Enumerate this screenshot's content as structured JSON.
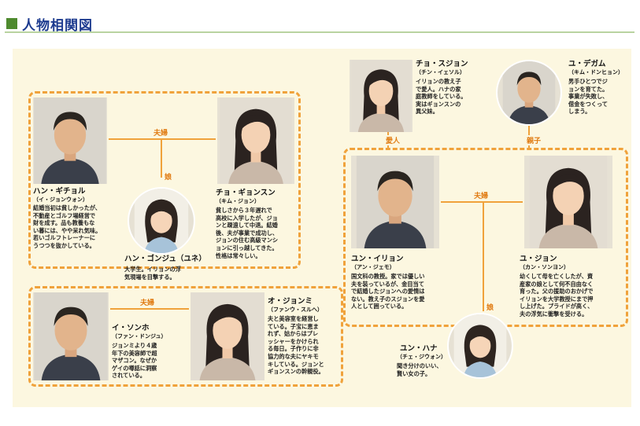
{
  "header": {
    "title": "人物相関図"
  },
  "relations": {
    "hansons_couple": "夫婦",
    "hansons_child": "娘",
    "lee_couple": "夫婦",
    "yun_couple": "夫婦",
    "yun_child": "娘",
    "lover": "愛人",
    "parent_child": "親子"
  },
  "characters": {
    "han_gichol": {
      "name": "ハン・ギチョル",
      "cast": "（イ・ジョンウォン）",
      "desc": "結婚当初は貧しかったが、\n不動産とゴルフ場経営で\n財を成す。品も教養もな\nい暮には、やや呆れ気味。\n若いゴルフトレーナーに\nうつつを抜かしている。"
    },
    "cho_gyonsun": {
      "name": "チョ・ギョンスン",
      "cast": "（キム・ジョン）",
      "desc": "貧しさから３年遅れで\n高校に入学したが、ジョ\nンと疎遠して中退。結婚\n後、夫が事業で成功し、\nジョンの住む高級マンシ\nョンに引っ越してきた。\n性格は常々しい。"
    },
    "han_gonjua": {
      "name": "ハン・ゴンジュ（ユネ）",
      "desc": "大学生。イリョンの浮\n気現場を目撃する。"
    },
    "lee_sonho": {
      "name": "イ・ソンホ",
      "cast": "（ファン・ドンジュ）",
      "desc": "ジョンミより４歳\n年下の美容師で超\nマザコン。なぜか\nゲイの噂話に洞察\nされている。"
    },
    "oh_jonmi": {
      "name": "オ・ジョンミ",
      "cast": "（ファンウ・スルヘ）",
      "desc": "夫と美容室を経営し\nている。子宝に恵ま\nれず、姑からはプレ\nッシャーをかけられ\nる毎日。子作りに非\n協力的な夫にヤキモ\nキしている。ジョンと\nギョンスンの幹親役。"
    },
    "cho_sujon": {
      "name": "チョ・スジョン",
      "cast": "（チン・イェソル）",
      "desc": "イリョンの教え子\nで愛人。ハナの家\n庭教師をしている。\n実はギョンスンの\n異父妹。"
    },
    "yu_degam": {
      "name": "ユ・デガム",
      "cast": "（キム・ドンヒョン）",
      "desc": "男手ひとつでジ\nョンを育てた。\n事業が失敗し、\n借金をつくって\nしまう。"
    },
    "yun_iryon": {
      "name": "ユン・イリョン",
      "cast": "（アン・ジェモ）",
      "desc": "国文科の教授。家では優しい\n夫を装っているが、金目当て\nで結婚したジョンへの愛情は\nない。教え子のスジョンを愛\n人として囲っている。"
    },
    "yu_jon": {
      "name": "ユ・ジョン",
      "cast": "（カン・ソンヨン）",
      "desc": "幼くして母を亡くしたが、資\n産家の娘として何不自由なく\n育った。父の援助のおかげで\nイリョンを大学教授にまで押\nし上げた。プライドが高く、\n夫の浮気に衝撃を受ける。"
    },
    "yun_hana": {
      "name": "ユン・ハナ",
      "cast": "（チェ・ジウォン）",
      "desc": "聞き分けのいい、\n賢い女の子。"
    }
  }
}
